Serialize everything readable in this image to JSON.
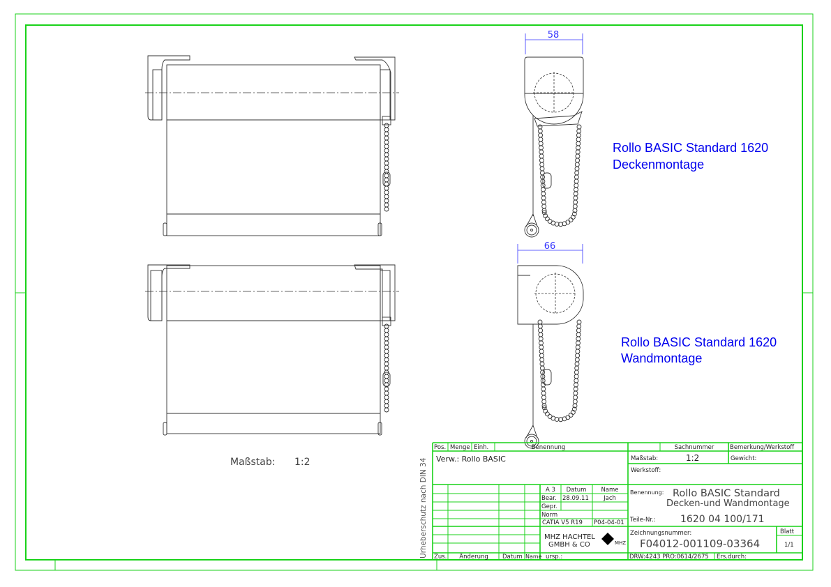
{
  "drawing": {
    "labels": {
      "ceiling_title": "Rollo BASIC Standard 1620",
      "ceiling_sub": "Deckenmontage",
      "wall_title": "Rollo BASIC Standard 1620",
      "wall_sub": "Wandmontage",
      "dim_ceiling": "58",
      "dim_wall": "66",
      "scale_label": "Maßstab:",
      "scale_value": "1:2"
    },
    "colors": {
      "frame": "#19d219",
      "label": "#0000ee",
      "dimension": "#3333ff"
    }
  },
  "title_block": {
    "copyright": "Urheberschutz nach DIN 34",
    "headers": {
      "pos": "Pos.",
      "menge": "Menge",
      "einh": "Einh.",
      "benennung": "Benennung",
      "sachnummer": "Sachnummer",
      "bemerkung": "Bemerkung/Werkstoff"
    },
    "verw": "Verw.: Rollo BASIC",
    "format": "A 3",
    "datum_h": "Datum",
    "name_h": "Name",
    "bear": "Bear.",
    "bear_date": "28.09.11",
    "bear_name": "Jach",
    "gepr": "Gepr.",
    "norm": "Norm",
    "cad": "CATIA V5 R19",
    "cad_ver": "P04-04-01",
    "company_1": "MHZ HACHTEL",
    "company_2": "GMBH & CO",
    "logo": "MHZ",
    "zus": "Zus.",
    "aenderung": "Änderung",
    "datum": "Datum",
    "name": "Name",
    "ursp": "ursp.:",
    "massstab_label": "Maßstab:",
    "massstab_value": "1:2",
    "gewicht": "Gewicht:",
    "werkstoff": "Werkstoff:",
    "benennung_label": "Benennung:",
    "benennung_1": "Rollo BASIC Standard",
    "benennung_2": "Decken-und Wandmontage",
    "teile_label": "Teile-Nr.:",
    "teile_value": "1620 04 100/171",
    "zeichnung_label": "Zeichnungsnummer:",
    "zeichnung_value": "F04012-001109-03364",
    "blatt_label": "Blatt",
    "blatt_value": "1/1",
    "drw": "DRW:4243 PRO:0614/2675",
    "ers": "Ers.durch:"
  }
}
